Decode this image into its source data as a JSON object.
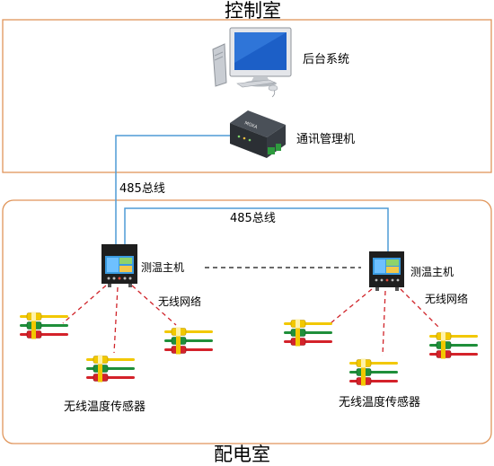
{
  "zones": {
    "control_room": "控制室",
    "distribution_room": "配电室"
  },
  "devices": {
    "backend_system": "后台系统",
    "comm_manager": "通讯管理机",
    "host_left": "测温主机",
    "host_right": "测温主机"
  },
  "buses": {
    "bus_vertical": "485总线",
    "bus_top": "485总线"
  },
  "wireless": {
    "left": "无线网络",
    "right": "无线网络"
  },
  "sensors": {
    "left": "无线温度传感器",
    "right": "无线温度传感器"
  },
  "colors": {
    "zone_border": "#e0955a",
    "bus_line": "#4f9bd5",
    "wireless_link": "#d0242a",
    "phase_yellow": "#f2c800",
    "phase_green": "#1f8f3a",
    "phase_red": "#d4222a"
  }
}
